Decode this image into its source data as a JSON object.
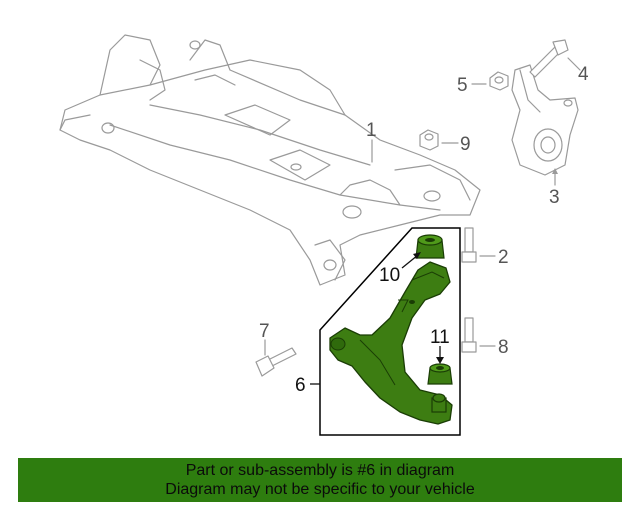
{
  "callouts": {
    "c1": "1",
    "c2": "2",
    "c3": "3",
    "c4": "4",
    "c5": "5",
    "c6": "6",
    "c7": "7",
    "c8": "8",
    "c9": "9",
    "c10": "10",
    "c11": "11"
  },
  "banner": {
    "line1": "Part or sub-assembly is #6 in diagram",
    "line2": "Diagram may not be specific to your vehicle"
  },
  "colors": {
    "highlight_part": "#3d7d12",
    "banner_bg": "#2e7d0f",
    "line_gray": "#9a9a9a"
  }
}
